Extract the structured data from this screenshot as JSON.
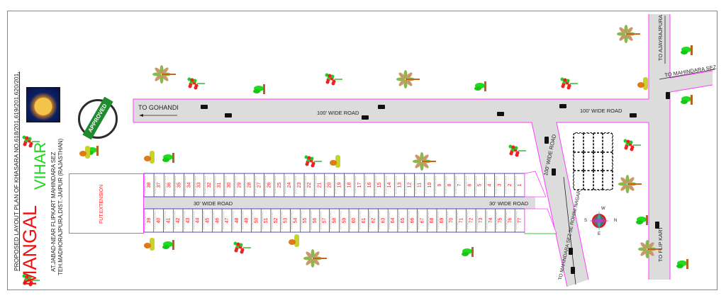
{
  "title_block": {
    "plan_title": "PROPOSED LAYOUT PLAN OF KHASARA NO.618/201,619/201,620/201,",
    "name_part1": "MANGAL",
    "name_part2": "VIHAR",
    "address_line1": "AT.JABAD-NEAR FLIPKART MAHINDARA SEZ",
    "address_line2": "TEH.MADHORAJPURA,DIST.-JAIPUR (RAJASTHAN)"
  },
  "stamp": {
    "text": "APPROVED"
  },
  "roads": {
    "to_gohandi": "TO GOHANDI",
    "main_road_left": "100' WIDE ROAD",
    "main_road_right": "100' WIDE ROAD",
    "diagonal_road": "100' WIDE ROAD",
    "internal_road_left": "30' WIDE ROAD",
    "internal_road_right": "30' WIDE ROAD",
    "to_ajayrajpura": "TO AJAYRAJPURA",
    "to_mahindara_sez": "TO MAHINDARA SEZ",
    "to_mahindara_rohini": "TO MAHINDARA SEZ SE ROHINI NAGAR",
    "to_flipkart": "TO FLIP KART"
  },
  "future_extension": "FUT.EXTENSION",
  "plots": {
    "top_row": [
      38,
      37,
      36,
      35,
      34,
      33,
      32,
      31,
      30,
      29,
      28,
      27,
      26,
      25,
      24,
      23,
      22,
      21,
      20,
      19,
      18,
      17,
      16,
      15,
      14,
      13,
      12,
      11,
      10,
      9,
      8,
      7,
      6,
      5,
      4,
      3,
      2,
      1
    ],
    "bottom_row": [
      39,
      40,
      41,
      42,
      43,
      44,
      45,
      46,
      47,
      48,
      49,
      50,
      51,
      52,
      53,
      54,
      55,
      56,
      57,
      58,
      59,
      60,
      61,
      62,
      63,
      64,
      65,
      66,
      67,
      68,
      69,
      70,
      71,
      72,
      73,
      74,
      75,
      76,
      77
    ]
  },
  "compass": {
    "north": "N",
    "south": "S",
    "east": "E",
    "west": "W"
  },
  "colors": {
    "road": "#dcdcdc",
    "boundary": "#ff3cff",
    "plot_border": "#3a3ad8",
    "plot_number": "#f02020"
  }
}
